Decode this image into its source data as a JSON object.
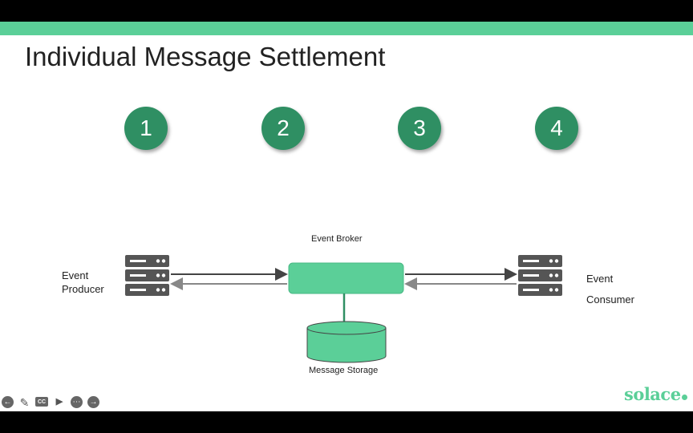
{
  "slide": {
    "title": "Individual Message Settlement",
    "steps": [
      "1",
      "2",
      "3",
      "4"
    ],
    "producer_label_line1": "Event",
    "producer_label_line2": "Producer",
    "broker_label": "Event Broker",
    "consumer_label_line1": "Event",
    "consumer_label_line2": "Consumer",
    "storage_label": "Message Storage",
    "logo_text": "solace"
  },
  "colors": {
    "accent": "#5bcf98",
    "step_circle": "#2f8f63",
    "server": "#555555",
    "arrow_dark": "#444444",
    "arrow_light": "#888888"
  },
  "controls": [
    "back-arrow-icon",
    "pen-icon",
    "captions-icon",
    "camera-off-icon",
    "more-icon",
    "forward-arrow-icon"
  ]
}
